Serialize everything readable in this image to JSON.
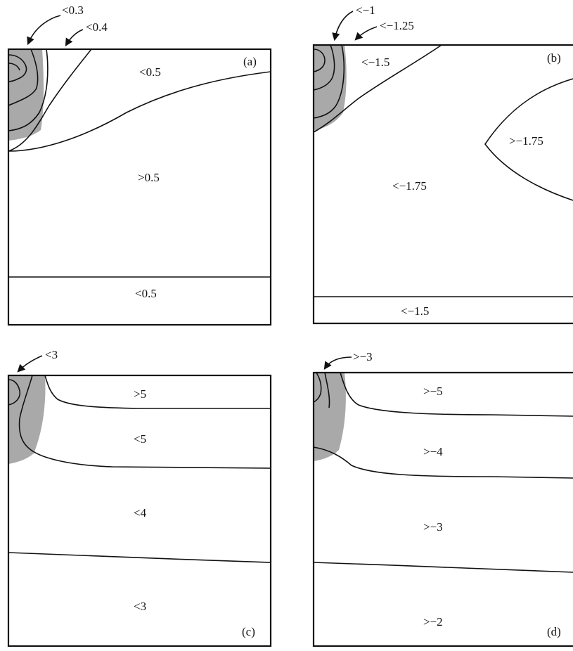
{
  "panels": [
    {
      "id": "a",
      "tag": "(a)",
      "callouts": [
        "<0.3",
        "<0.4"
      ],
      "regions": [
        "<0.5",
        ">0.5",
        "<0.5"
      ]
    },
    {
      "id": "b",
      "tag": "(b)",
      "callouts": [
        "<−1",
        "<−1.25"
      ],
      "regions": [
        "<−1.5",
        ">−1.75",
        "<−1.75",
        "<−1.5"
      ]
    },
    {
      "id": "c",
      "tag": "(c)",
      "callouts": [
        "<3"
      ],
      "regions": [
        ">5",
        "<5",
        "<4",
        "<3"
      ]
    },
    {
      "id": "d",
      "tag": "(d)",
      "callouts": [
        ">−3"
      ],
      "regions": [
        ">−5",
        ">−4",
        ">−3",
        ">−2"
      ]
    }
  ]
}
